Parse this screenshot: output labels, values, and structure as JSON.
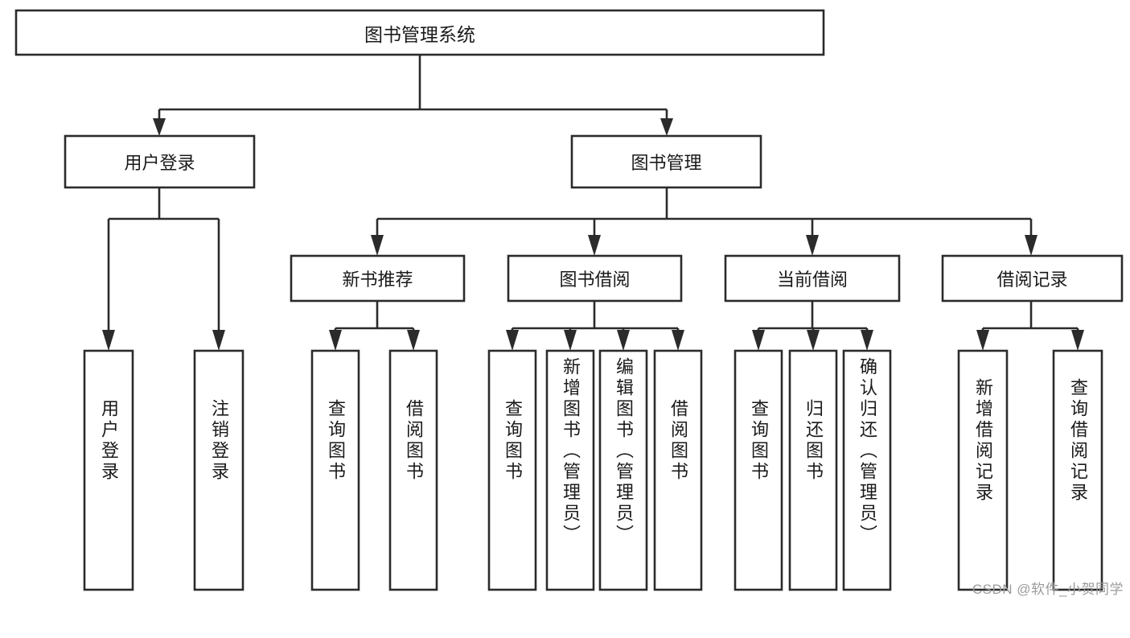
{
  "diagram": {
    "type": "tree",
    "title": "图书管理系统",
    "watermark": "CSDN @软件_小贺同学",
    "levels": {
      "root": {
        "label": "图书管理系统"
      },
      "level2": [
        {
          "label": "用户登录"
        },
        {
          "label": "图书管理"
        }
      ],
      "level3": [
        {
          "label": "新书推荐"
        },
        {
          "label": "图书借阅"
        },
        {
          "label": "当前借阅"
        },
        {
          "label": "借阅记录"
        }
      ],
      "leaves": [
        {
          "label": "用户登录",
          "parent": "用户登录"
        },
        {
          "label": "注销登录",
          "parent": "用户登录"
        },
        {
          "label": "查询图书",
          "parent": "新书推荐"
        },
        {
          "label": "借阅图书",
          "parent": "新书推荐"
        },
        {
          "label": "查询图书",
          "parent": "图书借阅"
        },
        {
          "label": "新增图书（管理员）",
          "parent": "图书借阅"
        },
        {
          "label": "编辑图书（管理员）",
          "parent": "图书借阅"
        },
        {
          "label": "借阅图书",
          "parent": "图书借阅"
        },
        {
          "label": "查询图书",
          "parent": "当前借阅"
        },
        {
          "label": "归还图书",
          "parent": "当前借阅"
        },
        {
          "label": "确认归还（管理员）",
          "parent": "当前借阅"
        },
        {
          "label": "新增借阅记录",
          "parent": "借阅记录"
        },
        {
          "label": "查询借阅记录",
          "parent": "借阅记录"
        }
      ]
    },
    "colors": {
      "box_stroke": "#2b2b2b",
      "box_fill": "#ffffff",
      "text": "#1a1a1a",
      "background": "#ffffff",
      "watermark": "#9b9b9b"
    }
  }
}
